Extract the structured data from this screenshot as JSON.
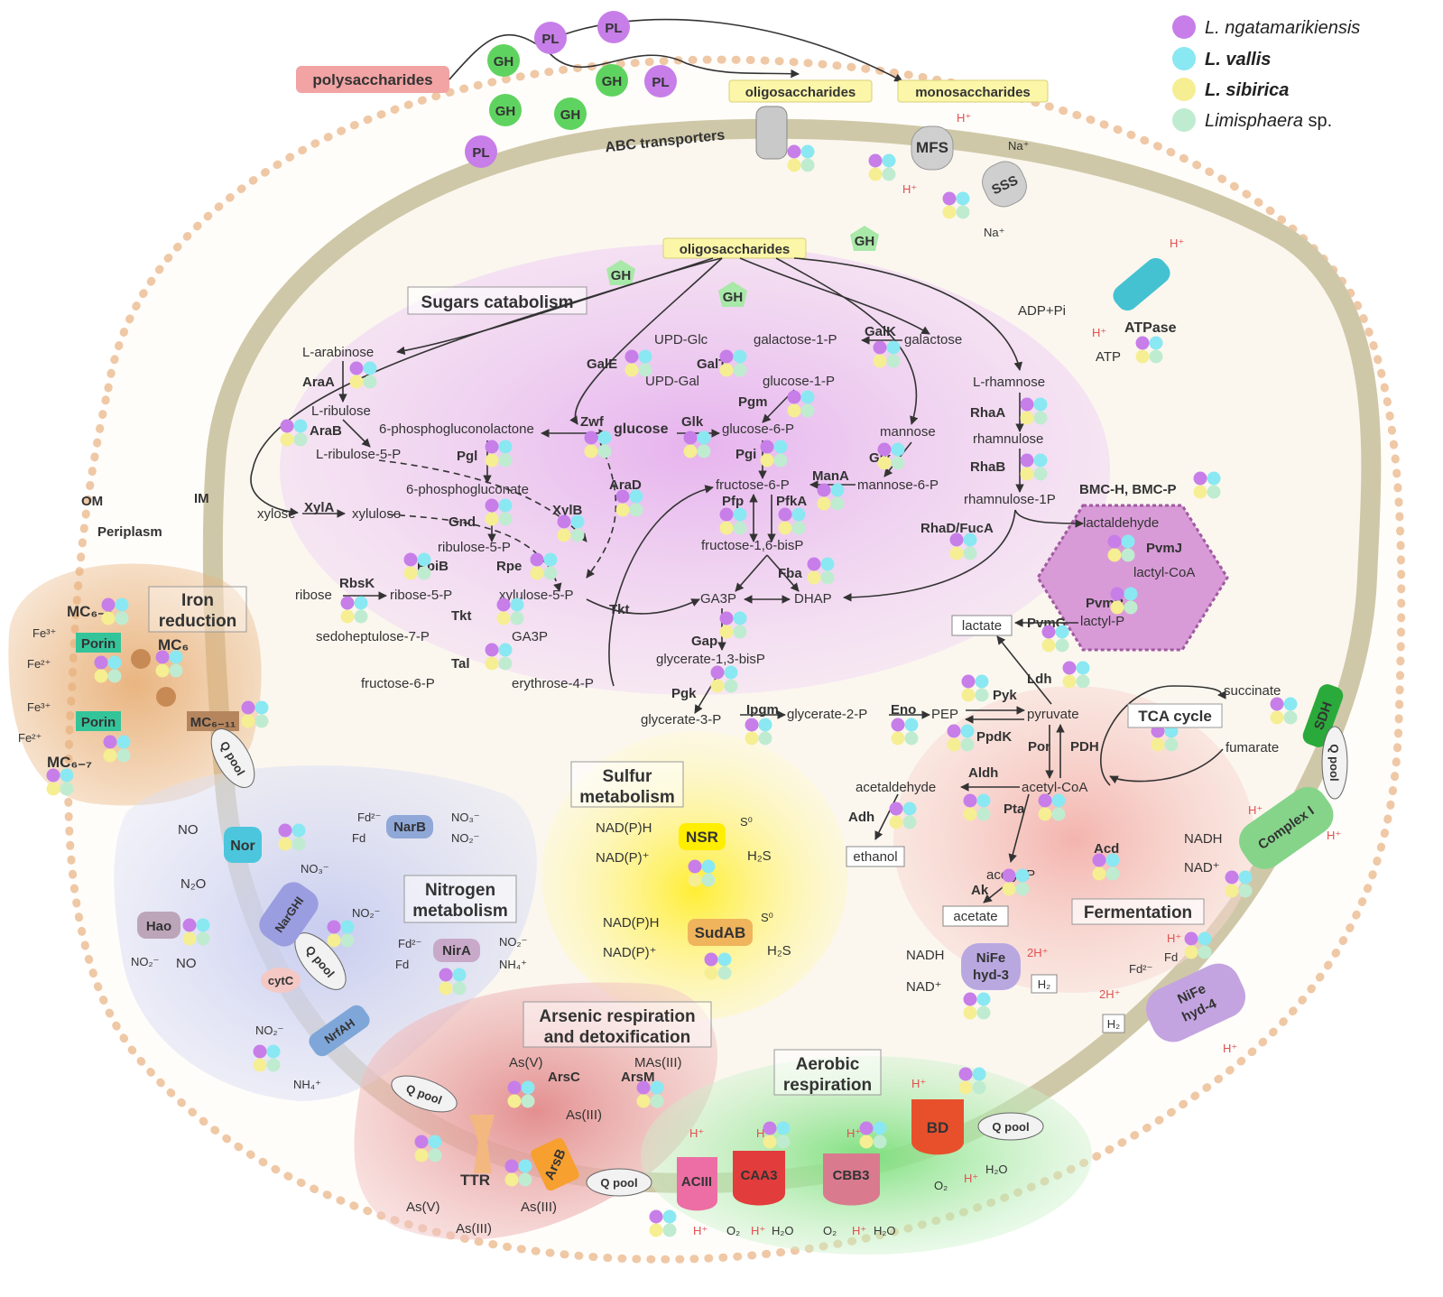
{
  "legend": {
    "items": [
      {
        "name": "L. ngatamarikiensis",
        "color": "#c77ee8",
        "bold": false
      },
      {
        "name": "L. vallis",
        "color": "#8ae8f2",
        "bold": true
      },
      {
        "name": "L. sibirica",
        "color": "#f6ee92",
        "bold": true
      },
      {
        "name": "Limisphaera sp.",
        "color": "#bfecd0",
        "bold": false,
        "suffix": " sp."
      }
    ]
  },
  "compartments": {
    "om": "OM",
    "im": "IM",
    "periplasm": "Periplasm"
  },
  "sections": {
    "sugars": "Sugars catabolism",
    "iron": [
      "Iron",
      "reduction"
    ],
    "nitrogen": [
      "Nitrogen",
      "metabolism"
    ],
    "sulfur": [
      "Sulfur",
      "metabolism"
    ],
    "arsenic": [
      "Arsenic respiration",
      "and detoxification"
    ],
    "aerobic": [
      "Aerobic",
      "respiration"
    ],
    "fermentation": "Fermentation",
    "tca": "TCA cycle"
  },
  "outside": {
    "polysaccharides": "polysaccharides",
    "oligosaccharides": "oligosaccharides",
    "monosaccharides": "monosaccharides",
    "abc": "ABC transporters",
    "pl": "PL",
    "gh": "GH",
    "inner_oligo": "oligosaccharides"
  },
  "transporters": {
    "mfs": "MFS",
    "sss": "SSS",
    "atpase": "ATPase",
    "adp": "ADP+Pi",
    "atp": "ATP",
    "hplus": "H⁺",
    "naplus": "Na⁺"
  },
  "metabolites": {
    "arabinose": "L-arabinose",
    "ribulose": "L-ribulose",
    "ribulose5p": "L-ribulose-5-P",
    "udpglc": "UPD-Glc",
    "udpgal": "UPD-Gal",
    "gal1p": "galactose-1-P",
    "galactose": "galactose",
    "glc1p": "glucose-1-P",
    "pgl_lactone": "6-phosphogluconolactone",
    "glucose": "glucose",
    "glc6p": "glucose-6-P",
    "mannose": "mannose",
    "rhamnose": "L-rhamnose",
    "rhamnulose": "rhamnulose",
    "gluconate": "6-phosphogluconate",
    "fru6p": "fructose-6-P",
    "man6p": "mannose-6-P",
    "xylose": "xylose",
    "xylulose": "xylulose",
    "ribu5p": "ribulose-5-P",
    "rhamnulose1p": "rhamnulose-1P",
    "fbp": "fructose-1,6-bisP",
    "lactaldehyde": "lactaldehyde",
    "ribose": "ribose",
    "ribose5p": "ribose-5-P",
    "xylulose5p": "xylulose-5-P",
    "ga3p": "GA3P",
    "dhap": "DHAP",
    "lactylcoa": "lactyl-CoA",
    "sedo": "sedoheptulose-7-P",
    "ga3p2": "GA3P",
    "lactylp": "lactyl-P",
    "lactate": "lactate",
    "fru6p2": "fructose-6-P",
    "e4p": "erythrose-4-P",
    "g13bp": "glycerate-1,3-bisP",
    "g3p": "glycerate-3-P",
    "g2p": "glycerate-2-P",
    "pep": "PEP",
    "pyruvate": "pyruvate",
    "succinate": "succinate",
    "fumarate": "fumarate",
    "acetaldehyde": "acetaldehyde",
    "acetylcoa": "acetyl-CoA",
    "ethanol": "ethanol",
    "acetylp": "acetyl-P",
    "acetate": "acetate"
  },
  "enzymes": {
    "araA": "AraA",
    "araB": "AraB",
    "galE": "GalE",
    "galT": "GalT",
    "galK": "GalK",
    "pgm": "Pgm",
    "zwf": "Zwf",
    "glk": "Glk",
    "glk2": "Glk",
    "pgl": "Pgl",
    "pgi": "Pgi",
    "rhaA": "RhaA",
    "rhaB": "RhaB",
    "araD": "AraD",
    "manA": "ManA",
    "xylA": "XylA",
    "xylB": "XylB",
    "gnd": "Gnd",
    "pfp": "Pfp",
    "pfkA": "PfkA",
    "bmc": "BMC-H, BMC-P",
    "rhaD": "RhaD/FucA",
    "rpiB": "RpiB",
    "rpe": "Rpe",
    "pvmJ": "PvmJ",
    "rbsK": "RbsK",
    "fba": "Fba",
    "tkt": "Tkt",
    "tkt2": "Tkt",
    "pvmB": "PvmB",
    "pvmG": "PvmG",
    "tal": "Tal",
    "gap": "Gap",
    "ldh": "Ldh",
    "pgk": "Pgk",
    "ipgm": "Ipgm",
    "eno": "Eno",
    "pyk": "Pyk",
    "ppdk": "PpdK",
    "por": "Por",
    "pdh": "PDH",
    "aldh": "Aldh",
    "adh": "Adh",
    "pta": "Pta",
    "ak": "Ak",
    "acd": "Acd"
  },
  "iron": {
    "mc1": "MC₆₋₇",
    "mc2": "MC₆",
    "mc3": "MC₆₋₁₁",
    "mc4": "MC₆₋₇",
    "porin": "Porin",
    "fe3": "Fe³⁺",
    "fe2": "Fe²⁺"
  },
  "nitrogen": {
    "nor": "Nor",
    "no": "NO",
    "n2o": "N₂O",
    "narb": "NarB",
    "fdr": "Fd²⁻",
    "fd": "Fd",
    "no3": "NO₃⁻",
    "no2": "NO₂⁻",
    "narghi": "NarGHI",
    "hao": "Hao",
    "no2b": "NO₂⁻",
    "nob": "NO",
    "cytc": "cytC",
    "nira": "NirA",
    "nh4": "NH₄⁺",
    "nrfah": "NrfAH",
    "qpool": "Q pool"
  },
  "sulfur": {
    "nadph": "NAD(P)H",
    "nadp": "NAD(P)⁺",
    "nsr": "NSR",
    "sudab": "SudAB",
    "s0": "S⁰",
    "h2s": "H₂S"
  },
  "arsenic": {
    "asv": "As(V)",
    "asc": "ArsC",
    "arsm": "ArsM",
    "mas": "MAs(III)",
    "asiii": "As(III)",
    "arsb": "ArsB",
    "ttr": "TTR"
  },
  "respiration": {
    "aciii": "ACIII",
    "caa3": "CAA3",
    "cbb3": "CBB3",
    "bd": "BD",
    "o2": "O₂",
    "h2o": "H₂O",
    "sdh": "SDH",
    "complex1": "Complex I",
    "nadh": "NADH",
    "nad": "NAD⁺"
  },
  "hydrogenase": {
    "hyd3": [
      "NiFe",
      "hyd-3"
    ],
    "hyd4": [
      "NiFe",
      "hyd-4"
    ],
    "h2": "H₂",
    "twoh": "2H⁺"
  },
  "colors": {
    "membrane": "#cfc8a8",
    "cell": "#fbf7ef",
    "sugar_bg": "#e9c2f0",
    "iron_bg": "#e8b17a",
    "nitrogen_bg": "#c8cdf0",
    "sulfur_bg": "#fff266",
    "arsenic_bg": "#e6a0a0",
    "aerobic_bg": "#9ee69e",
    "fermentation_bg": "#f6c3c0",
    "dots": "#efc8a6"
  }
}
